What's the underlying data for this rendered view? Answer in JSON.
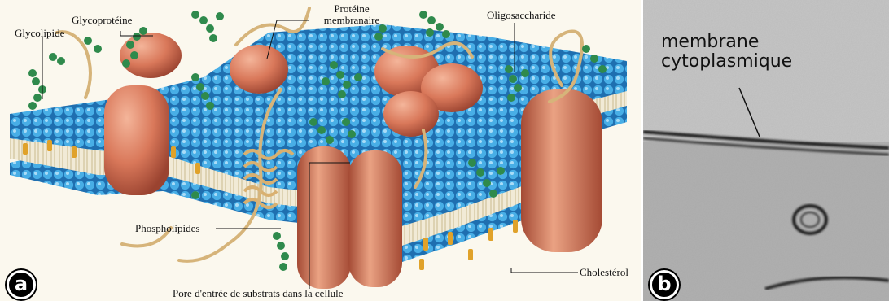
{
  "panel_a": {
    "badge": "a",
    "labels": {
      "glycolipide": "Glycolipide",
      "glycoproteine": "Glycoprotéine",
      "proteine_line1": "Protéine",
      "proteine_line2": "membranaire",
      "oligosaccharide": "Oligosaccharide",
      "phospholipides": "Phospholipides",
      "cholesterol": "Cholestérol",
      "pore": "Pore d'entrée de substrats dans la cellule"
    }
  },
  "panel_b": {
    "badge": "b",
    "label_line1": "membrane",
    "label_line2": "cytoplasmique"
  },
  "colors": {
    "lipid_head": "#3a9fdc",
    "protein": "#d9785a",
    "sugar": "#2f8a4c",
    "cholesterol": "#e0a22a"
  }
}
